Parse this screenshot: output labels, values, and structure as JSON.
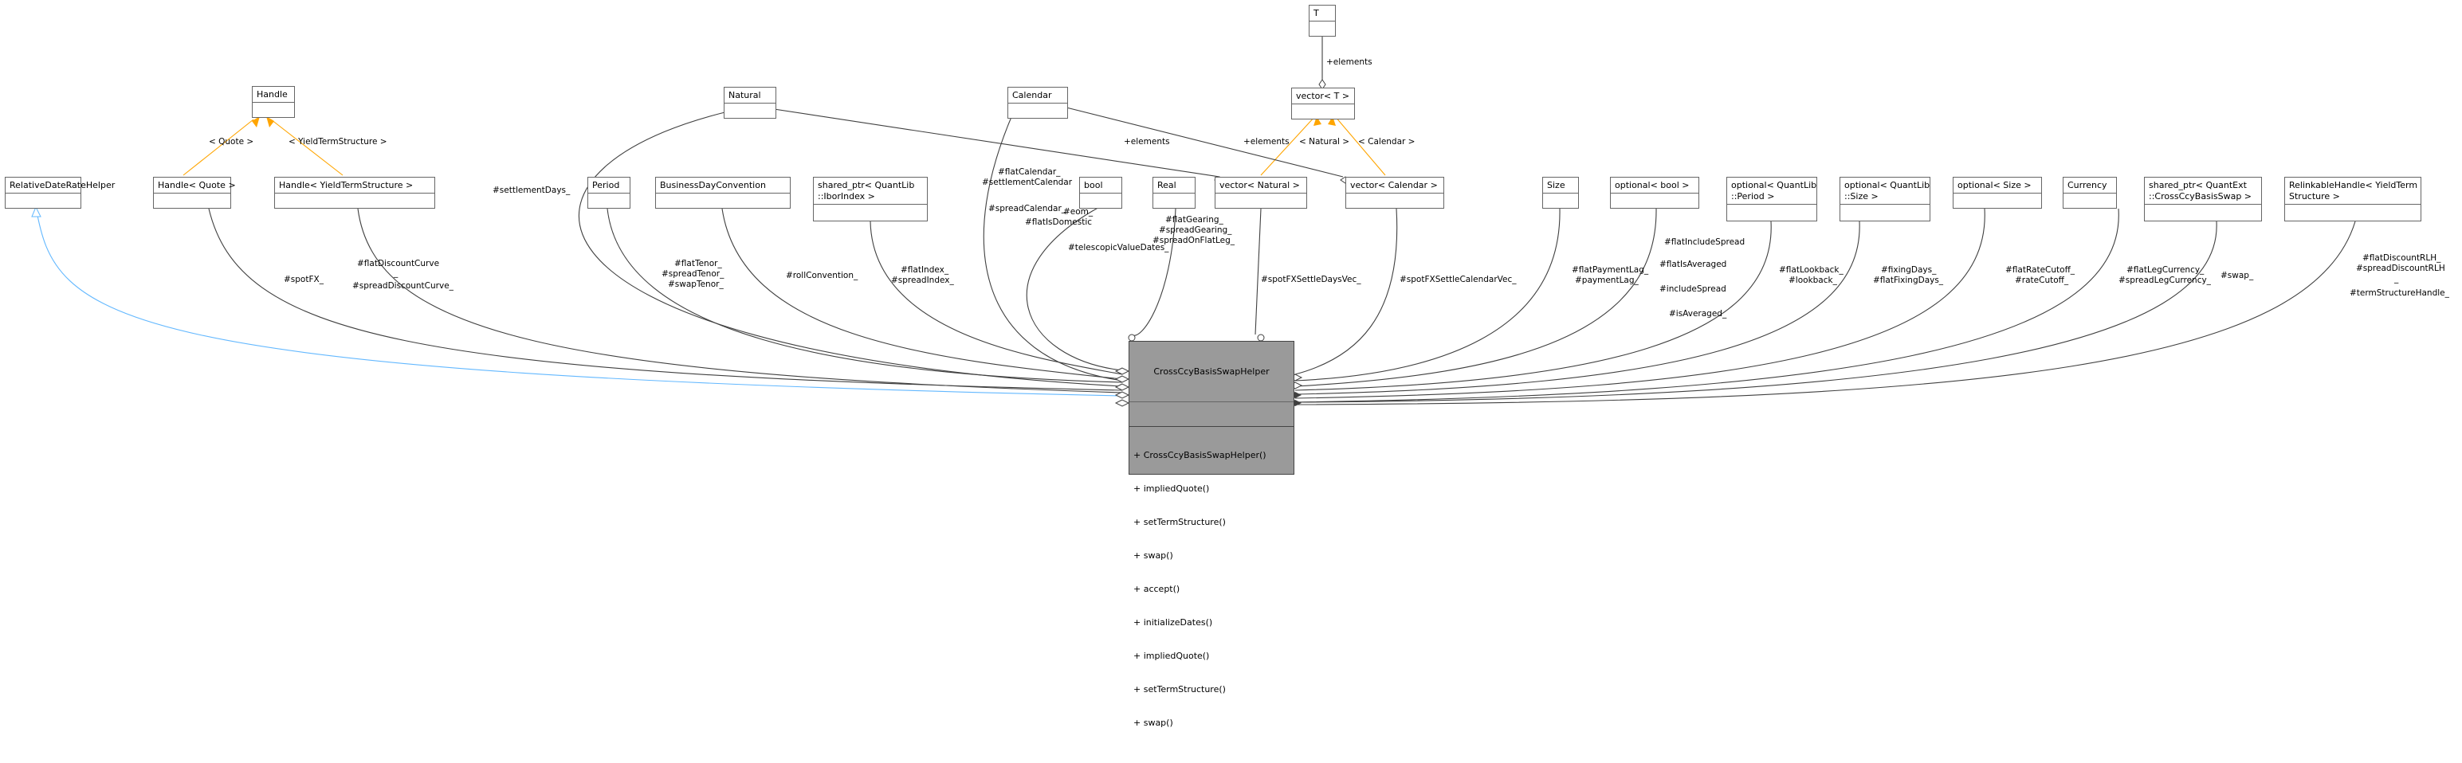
{
  "main_class": {
    "name": "CrossCcyBasisSwapHelper",
    "ops": [
      "+ CrossCcyBasisSwapHelper()",
      "+ impliedQuote()",
      "+ setTermStructure()",
      "+ swap()",
      "+ accept()",
      "+ initializeDates()",
      "+ impliedQuote()",
      "+ setTermStructure()",
      "+ swap()"
    ]
  },
  "classes": {
    "relativeDateRateHelper": "RelativeDateRateHelper",
    "handle": "Handle",
    "handleQuote": "Handle< Quote >",
    "handleYTS": "Handle< YieldTermStructure >",
    "natural": "Natural",
    "calendar": "Calendar",
    "period": "Period",
    "bdc": "BusinessDayConvention",
    "iborIndex1": "shared_ptr< QuantLib",
    "iborIndex2": "::IborIndex >",
    "bool": "bool",
    "real": "Real",
    "vectorNatural": "vector< Natural >",
    "vectorCalendar": "vector< Calendar >",
    "T": "T",
    "vectorT": "vector< T >",
    "size": "Size",
    "optionalBool": "optional< bool >",
    "optionalPeriod1": "optional< QuantLib",
    "optionalPeriod2": "::Period >",
    "optionalSize1": "optional< QuantLib",
    "optionalSize2": "::Size >",
    "optionalSizePlain": "optional< Size >",
    "currency": "Currency",
    "sharedSwap1": "shared_ptr< QuantExt",
    "sharedSwap2": "::CrossCcyBasisSwap >",
    "relinkable1": "RelinkableHandle< YieldTerm",
    "relinkable2": "Structure >"
  },
  "edge_labels": {
    "quote": "< Quote >",
    "yts": "< YieldTermStructure >",
    "spotFX": "#spotFX_",
    "flatDiscountCurve": "#flatDiscountCurve",
    "spreadDiscountCurve_sep": "_",
    "spreadDiscountCurve": "#spreadDiscountCurve_",
    "settlementDays": "#settlementDays_",
    "flatTenor": "#flatTenor_",
    "spreadTenor": "#spreadTenor_",
    "swapTenor": "#swapTenor_",
    "rollConvention": "#rollConvention_",
    "flatIndex": "#flatIndex_",
    "spreadIndex": "#spreadIndex_",
    "flatCalendar": "#flatCalendar_",
    "settlementCalendar": "#settlementCalendar",
    "spreadCalendar": "#spreadCalendar_",
    "eom": "#eom_",
    "flatIsDomestic": "#flatIsDomestic",
    "telescopic": "#telescopicValueDates_",
    "flatGearing": "#flatGearing_",
    "spreadGearing": "#spreadGearing_",
    "spreadOnFlatLeg": "#spreadOnFlatLeg_",
    "elements1": "+elements",
    "elements2": "+elements",
    "elements3": "+elements",
    "naturalArg": "< Natural >",
    "calendarArg": "< Calendar >",
    "spotFXSettleDaysVec": "#spotFXSettleDaysVec_",
    "spotFXSettleCalendarVec": "#spotFXSettleCalendarVec_",
    "flatPaymentLag": "#flatPaymentLag_",
    "paymentLag": "#paymentLag_",
    "flatIncludeSpread": "#flatIncludeSpread",
    "flatIsAveraged": "#flatIsAveraged",
    "includeSpread": "#includeSpread",
    "isAveraged": "#isAveraged_",
    "flatLookback": "#flatLookback_",
    "lookback": "#lookback_",
    "fixingDays": "#fixingDays_",
    "flatFixingDays": "#flatFixingDays_",
    "flatRateCutoff": "#flatRateCutoff_",
    "rateCutoff": "#rateCutoff_",
    "flatLegCurrency": "#flatLegCurrency_",
    "spreadLegCurrency": "#spreadLegCurrency_",
    "swap": "#swap_",
    "flatDiscountRLH": "#flatDiscountRLH_",
    "spreadDiscountRLH": "#spreadDiscountRLH",
    "rlh_sep": "_",
    "termStructureHandle": "#termStructureHandle_"
  },
  "colors": {
    "inheritance": "#63b8ff",
    "template": "#ffa500",
    "composition": "#404040",
    "main_fill": "#9a9a9a"
  }
}
